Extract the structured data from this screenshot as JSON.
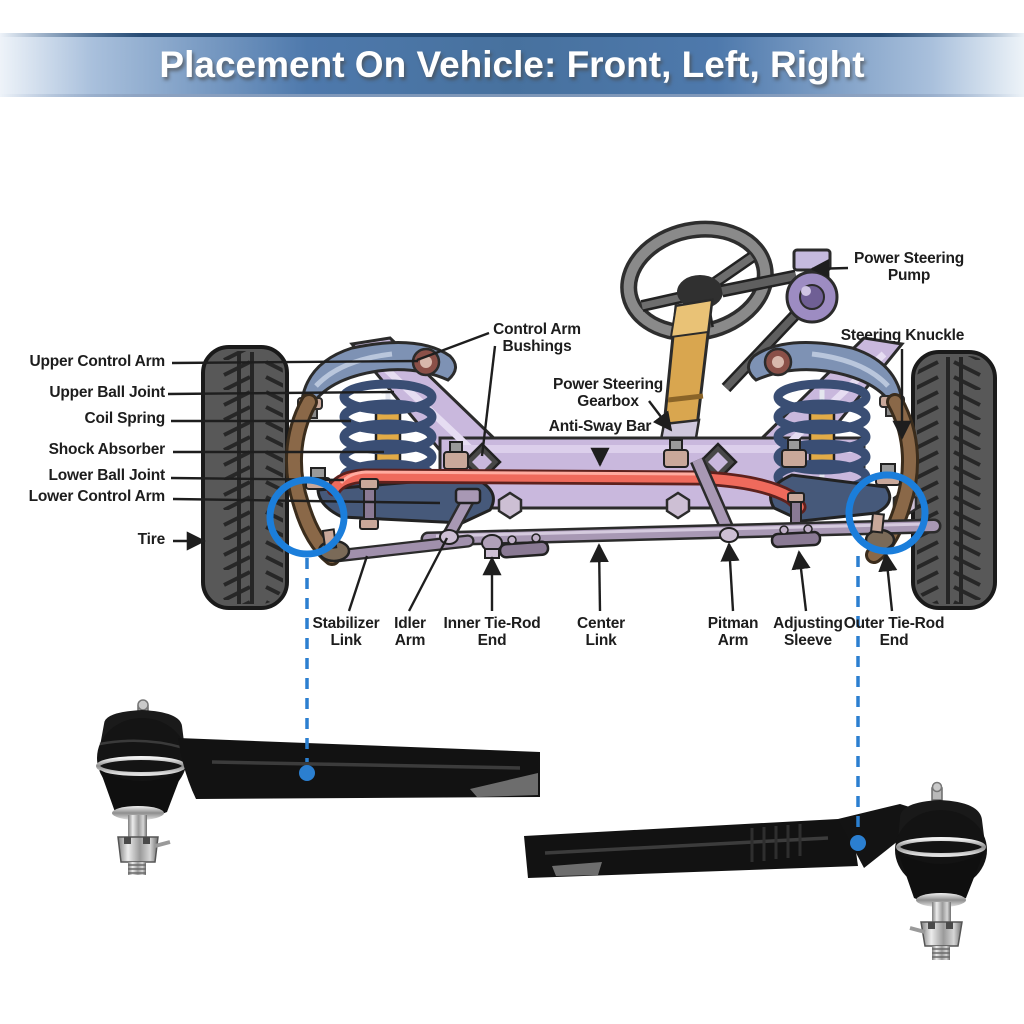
{
  "banner": {
    "title": "Placement On Vehicle: Front, Left, Right"
  },
  "labels": {
    "left": [
      "Upper Control Arm",
      "Upper Ball Joint",
      "Coil Spring",
      "Shock Absorber",
      "Lower Ball Joint",
      "Lower Control Arm",
      "Tire"
    ],
    "top": {
      "control_arm_bushings": "Control Arm Bushings",
      "power_steering_gearbox": "Power Steering Gearbox",
      "anti_sway_bar": "Anti-Sway Bar",
      "power_steering_pump": "Power Steering Pump",
      "steering_knuckle": "Steering Knuckle"
    },
    "bottom": [
      "Stabilizer Link",
      "Idler Arm",
      "Inner Tie-Rod End",
      "Center Link",
      "Pitman Arm",
      "Adjusting Sleeve",
      "Outer Tie-Rod End"
    ]
  },
  "colors": {
    "banner_blue": "#47719e",
    "accent_circle_blue": "#1b7edb",
    "callout_blue": "#2b7fd0",
    "sway_bar_red": "#ef6a5c",
    "subframe_lavender": "#c9b8dd",
    "tire_gray": "#585858",
    "label_text": "#1d1d1d"
  }
}
